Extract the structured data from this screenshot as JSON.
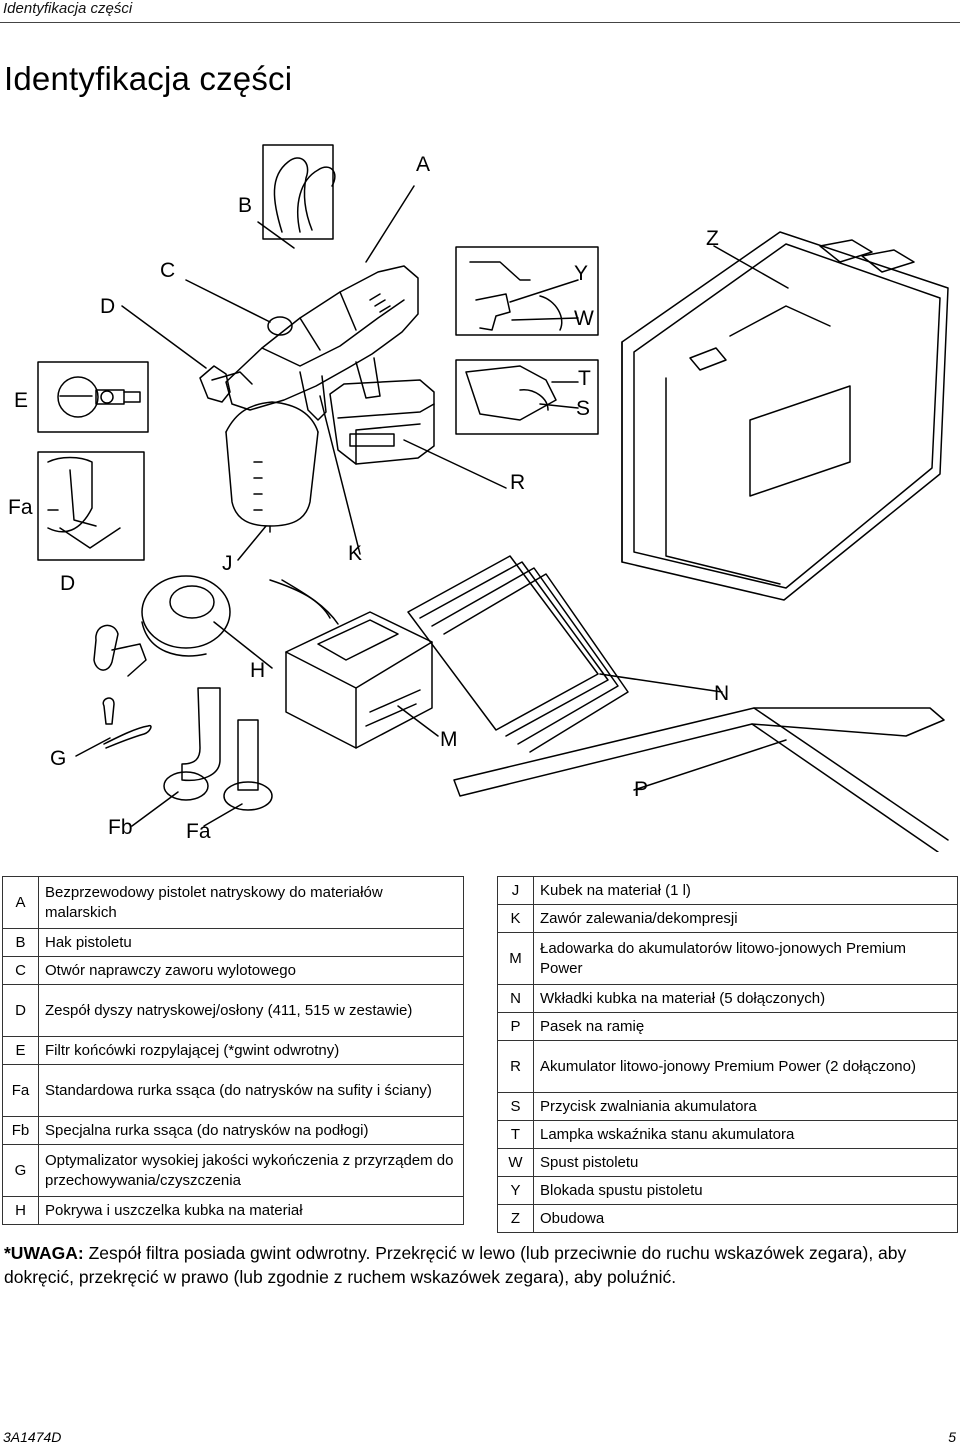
{
  "running_header": "Identyfikacja części",
  "title": "Identyfikacja części",
  "diagram_labels": {
    "A": "A",
    "B": "B",
    "C": "C",
    "D": "D",
    "E": "E",
    "Fa": "Fa",
    "Y": "Y",
    "W": "W",
    "T": "T",
    "S": "S",
    "Z": "Z",
    "R": "R",
    "D2": "D",
    "J": "J",
    "K": "K",
    "H": "H",
    "N": "N",
    "G": "G",
    "M": "M",
    "P": "P",
    "Fb": "Fb",
    "Fa2": "Fa"
  },
  "parts_left": [
    {
      "letter": "A",
      "desc": "Bezprzewodowy pistolet natryskowy do materiałów malarskich"
    },
    {
      "letter": "B",
      "desc": "Hak pistoletu"
    },
    {
      "letter": "C",
      "desc": "Otwór naprawczy zaworu wylotowego"
    },
    {
      "letter": "D",
      "desc": "Zespół dyszy natryskowej/osłony (411, 515 w zestawie)"
    },
    {
      "letter": "E",
      "desc": "Filtr końcówki rozpylającej (*gwint odwrotny)"
    },
    {
      "letter": "Fa",
      "desc": "Standardowa rurka ssąca (do natrysków na sufity i ściany)"
    },
    {
      "letter": "Fb",
      "desc": "Specjalna rurka ssąca (do natrysków na podłogi)"
    },
    {
      "letter": "G",
      "desc": "Optymalizator wysokiej jakości wykończenia z przyrządem do przechowywania/czyszczenia"
    },
    {
      "letter": "H",
      "desc": "Pokrywa i uszczelka kubka na materiał"
    }
  ],
  "parts_right": [
    {
      "letter": "J",
      "desc": "Kubek na materiał (1 l)"
    },
    {
      "letter": "K",
      "desc": "Zawór zalewania/dekompresji"
    },
    {
      "letter": "M",
      "desc": "Ładowarka do akumulatorów litowo-jonowych Premium Power"
    },
    {
      "letter": "N",
      "desc": "Wkładki kubka na materiał (5 dołączonych)"
    },
    {
      "letter": "P",
      "desc": "Pasek na ramię"
    },
    {
      "letter": "R",
      "desc": "Akumulator litowo-jonowy Premium Power (2 dołączono)"
    },
    {
      "letter": "S",
      "desc": "Przycisk zwalniania akumulatora"
    },
    {
      "letter": "T",
      "desc": "Lampka wskaźnika stanu akumulatora"
    },
    {
      "letter": "W",
      "desc": "Spust pistoletu"
    },
    {
      "letter": "Y",
      "desc": "Blokada spustu pistoletu"
    },
    {
      "letter": "Z",
      "desc": "Obudowa"
    }
  ],
  "note_label": "*UWAGA:",
  "note_text": " Zespół filtra posiada gwint odwrotny. Przekręcić w lewo (lub przeciwnie do ruchu wskazówek zegara), aby dokręcić, przekręcić w prawo (lub zgodnie z ruchem wskazówek zegara), aby poluźnić.",
  "doc_code": "3A1474D",
  "page_number": "5"
}
